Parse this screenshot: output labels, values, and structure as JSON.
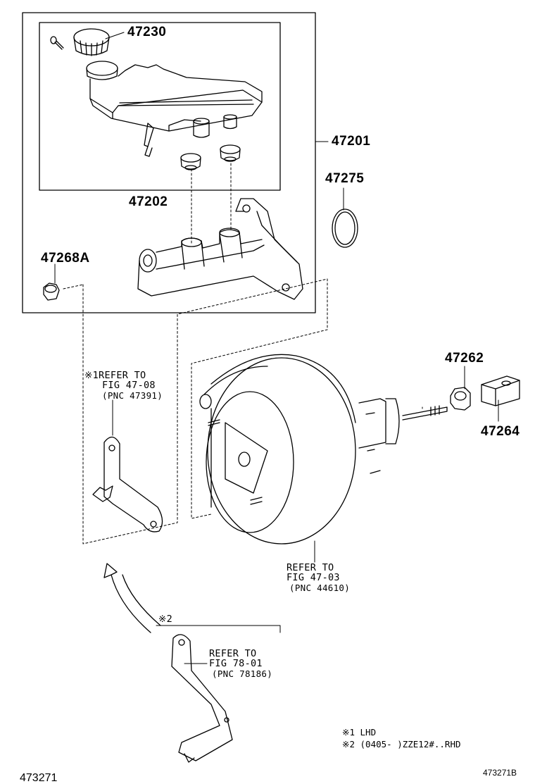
{
  "parts": {
    "p47230": "47230",
    "p47201": "47201",
    "p47275": "47275",
    "p47202": "47202",
    "p47268a": "47268A",
    "p47262": "47262",
    "p47264": "47264"
  },
  "refs": {
    "bracket_lhd": {
      "line1": "※1REFER TO",
      "line2": "FIG 47-08",
      "line3": "(PNC 47391)"
    },
    "booster": {
      "line1": "REFER TO",
      "line2": "FIG 47-03",
      "line3": "(PNC 44610)"
    },
    "bracket_rhd": {
      "marker": "※2",
      "line1": "REFER TO",
      "line2": "FIG 78-01",
      "line3": "(PNC 78186)"
    }
  },
  "footnotes": {
    "note1": "※1 LHD",
    "note2": "※2 (0405-    )ZZE12#..RHD"
  },
  "figure_ids": {
    "left": "473271",
    "right": "473271B"
  }
}
